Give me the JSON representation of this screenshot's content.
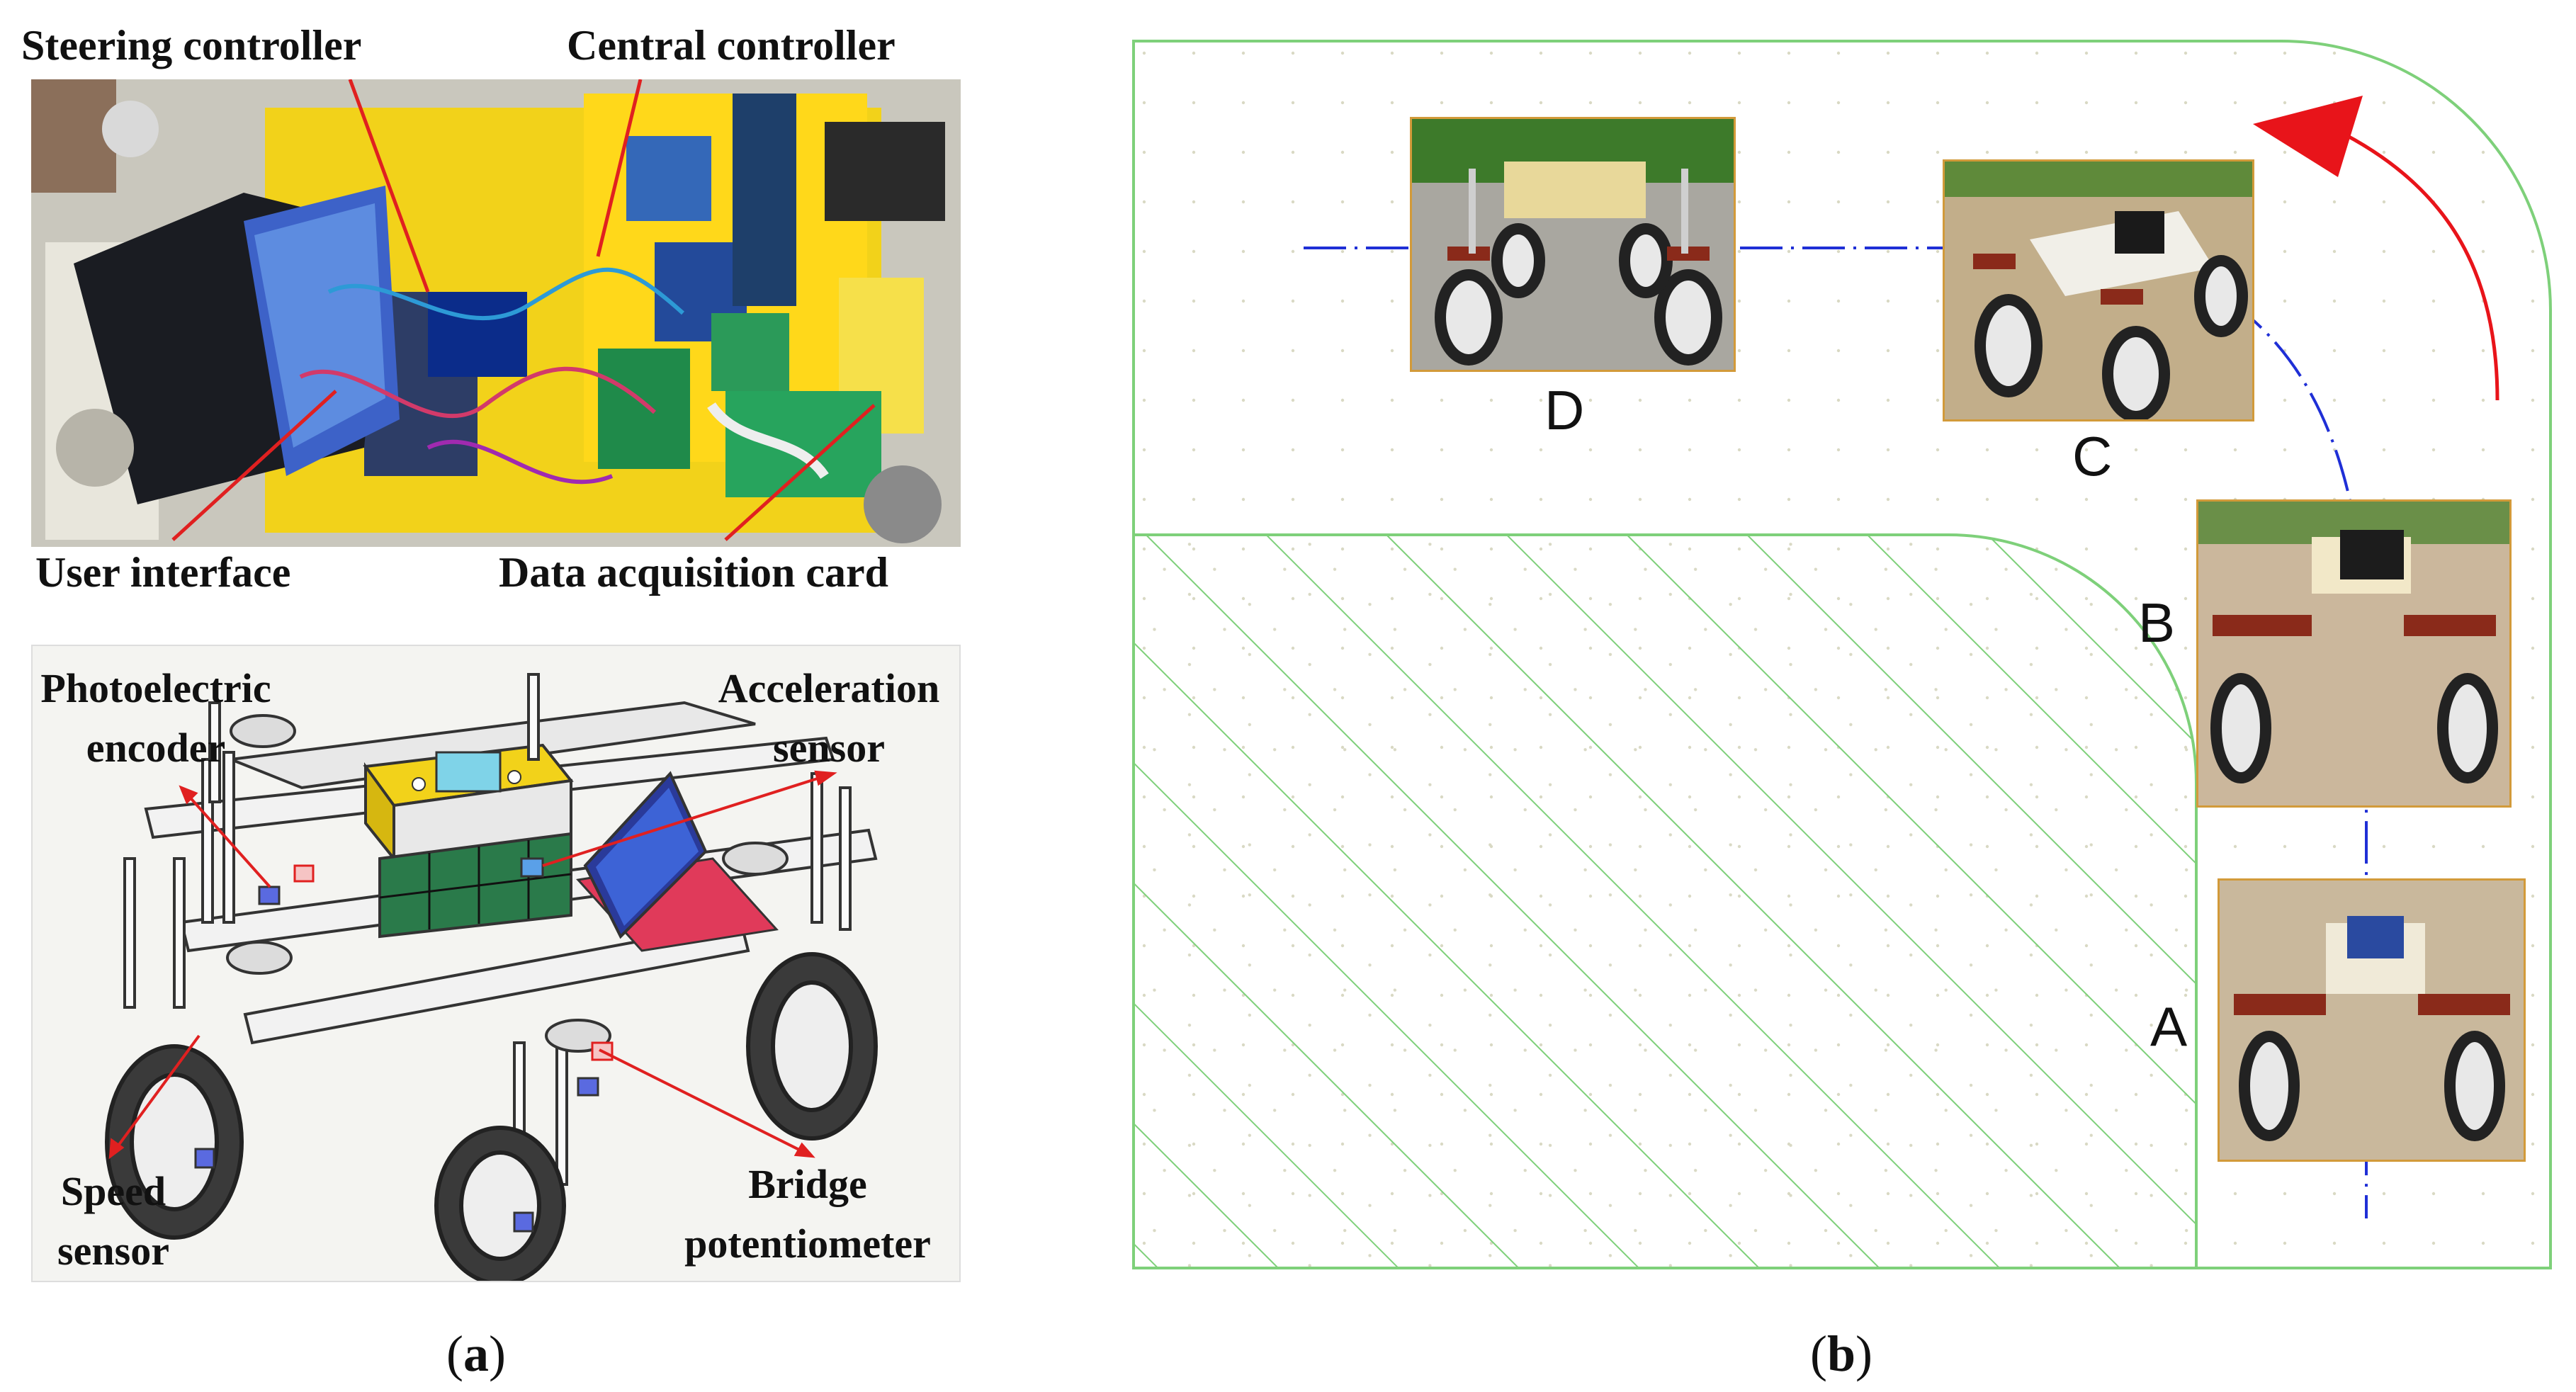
{
  "panel_a": {
    "photo_labels": {
      "steering_controller": "Steering controller",
      "central_controller": "Central controller",
      "user_interface": "User interface",
      "data_acquisition_card": "Data acquisition card"
    },
    "diagram_labels": {
      "photoelectric_line1": "Photoelectric",
      "photoelectric_line2": "encoder",
      "acceleration_line1": "Acceleration",
      "acceleration_line2": "sensor",
      "speed_line1": "Speed",
      "speed_line2": "sensor",
      "bridge_line1": "Bridge",
      "bridge_line2": "potentiometer"
    },
    "caption": {
      "open": "(",
      "letter": "a",
      "close": ")"
    }
  },
  "panel_b": {
    "positions": [
      "A",
      "B",
      "C",
      "D"
    ],
    "caption": {
      "open": "(",
      "letter": "b",
      "close": ")"
    }
  },
  "colors": {
    "boundary_green": "#7ed07a",
    "path_blue": "#1f2fd6",
    "turn_arrow_red": "#e8141a",
    "annotation_red": "#e02020",
    "board_yellow": "#f2d21a",
    "card_border": "#d29a3a"
  }
}
